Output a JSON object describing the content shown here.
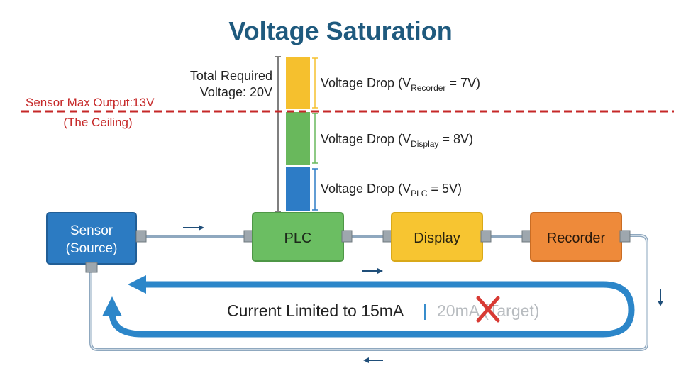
{
  "title": "Voltage Saturation",
  "total_required": {
    "line1": "Total Required",
    "line2": "Voltage: 20V"
  },
  "ceiling": {
    "line1": "Sensor Max Output:13V",
    "line2": "(The Ceiling)"
  },
  "drops": [
    {
      "prefix": "Voltage Drop (V",
      "sub": "Recorder",
      "suffix": " = 7V)",
      "color": "#F5C02E"
    },
    {
      "prefix": "Voltage Drop (V",
      "sub": "Display",
      "suffix": " = 8V)",
      "color": "#69B85C"
    },
    {
      "prefix": "Voltage Drop (V",
      "sub": "PLC",
      "suffix": " = 5V)",
      "color": "#2D7CC6"
    }
  ],
  "components": {
    "sensor": {
      "line1": "Sensor",
      "line2": "(Source)",
      "color": "#2C7BC2"
    },
    "plc": {
      "label": "PLC",
      "color": "#6BBE62"
    },
    "display": {
      "label": "Display",
      "color": "#F7C531"
    },
    "recorder": {
      "label": "Recorder",
      "color": "#EE8A3A"
    }
  },
  "current": {
    "limited": "Current Limited to 15mA",
    "separator": "|",
    "target": "20mA (Target)"
  },
  "colors": {
    "title": "#1F5A7E",
    "ceiling": "#C62828",
    "loop": "#2C86C9",
    "wire": "#8FA8BF",
    "connector": "#9EA7AE"
  }
}
